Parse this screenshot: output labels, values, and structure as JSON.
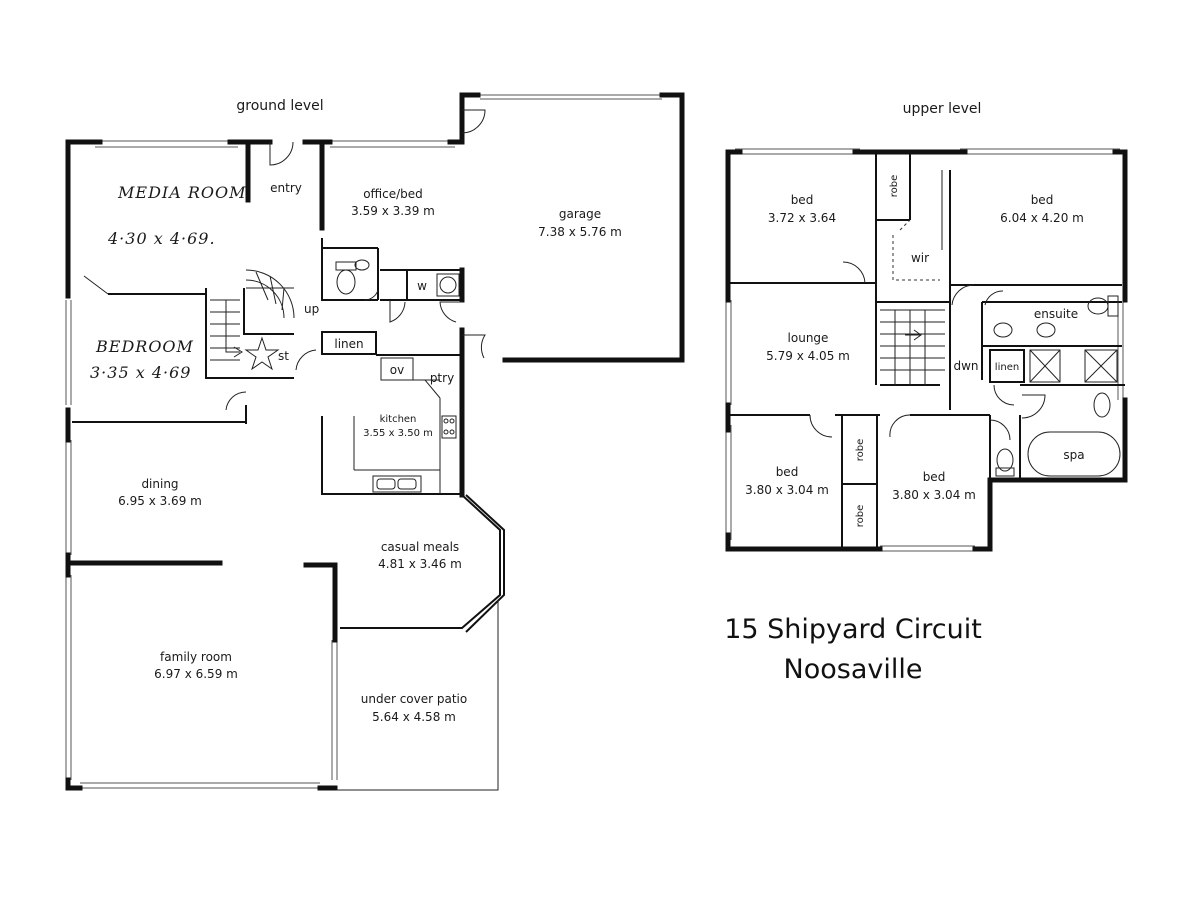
{
  "ground": {
    "heading": "ground level",
    "rooms": {
      "media_name": "MEDIA ROOM",
      "media_dims": "4·30 x 4·69.",
      "entry": "entry",
      "office_name": "office/bed",
      "office_dims": "3.59 x 3.39 m",
      "garage_name": "garage",
      "garage_dims": "7.38 x 5.76 m",
      "bedroom_name": "BEDROOM",
      "bedroom_dims": "3·35 x 4·69",
      "up": "up",
      "st": "st",
      "w": "w",
      "linen": "linen",
      "ov": "ov",
      "ptry": "ptry",
      "kitchen_name": "kitchen",
      "kitchen_dims": "3.55 x 3.50 m",
      "dining_name": "dining",
      "dining_dims": "6.95 x 3.69 m",
      "casual_name": "casual meals",
      "casual_dims": "4.81 x 3.46 m",
      "family_name": "family room",
      "family_dims": "6.97 x 6.59 m",
      "patio_name": "under cover patio",
      "patio_dims": "5.64 x 4.58 m"
    }
  },
  "upper": {
    "heading": "upper level",
    "rooms": {
      "bed1_name": "bed",
      "bed1_dims": "3.72 x 3.64",
      "robe1": "robe",
      "bed2_name": "bed",
      "bed2_dims": "6.04 x 4.20 m",
      "wir": "wir",
      "lounge_name": "lounge",
      "lounge_dims": "5.79 x 4.05 m",
      "ensuite": "ensuite",
      "dwn": "dwn",
      "linen": "linen",
      "robe2": "robe",
      "bed3_name": "bed",
      "bed3_dims": "3.80 x 3.04 m",
      "bed4_name": "bed",
      "bed4_dims": "3.80 x 3.04 m",
      "robe3": "robe",
      "spa": "spa"
    }
  },
  "address": {
    "line1": "15 Shipyard Circuit",
    "line2": "Noosaville"
  }
}
